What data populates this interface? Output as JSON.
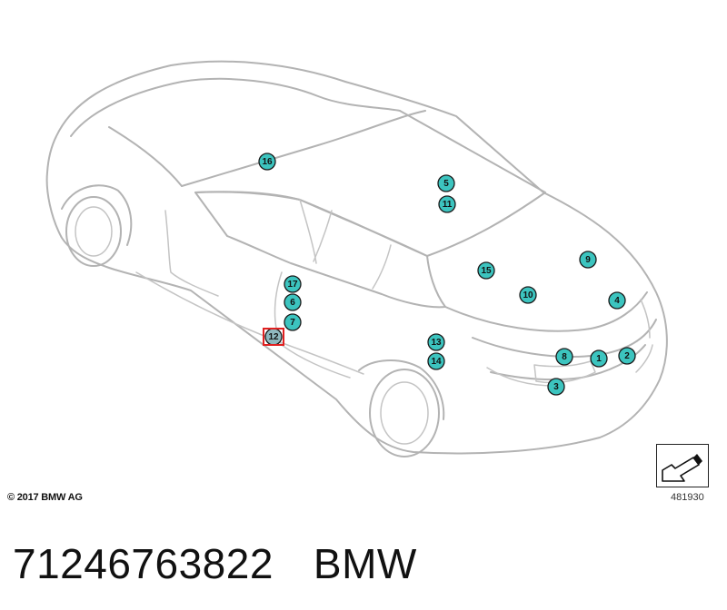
{
  "diagram": {
    "copyright": "© 2017 BMW AG",
    "reference_number": "481930",
    "markers": [
      {
        "label": "16"
      },
      {
        "label": "5"
      },
      {
        "label": "11"
      },
      {
        "label": "9"
      },
      {
        "label": "15"
      },
      {
        "label": "10"
      },
      {
        "label": "4"
      },
      {
        "label": "17"
      },
      {
        "label": "6"
      },
      {
        "label": "7"
      },
      {
        "label": "12",
        "selected": true
      },
      {
        "label": "13"
      },
      {
        "label": "14"
      },
      {
        "label": "8"
      },
      {
        "label": "1"
      },
      {
        "label": "2"
      },
      {
        "label": "3"
      }
    ]
  },
  "footer": {
    "part_number": "71246763822",
    "brand": "BMW"
  },
  "colors": {
    "marker_fill": "#3cc4bf",
    "marker_selected_fill": "#8fb8bf",
    "selection_outline": "#e02020",
    "car_outline": "#b3b3b3"
  },
  "icons": {
    "reference_icon": "arrow-down-left-icon"
  }
}
